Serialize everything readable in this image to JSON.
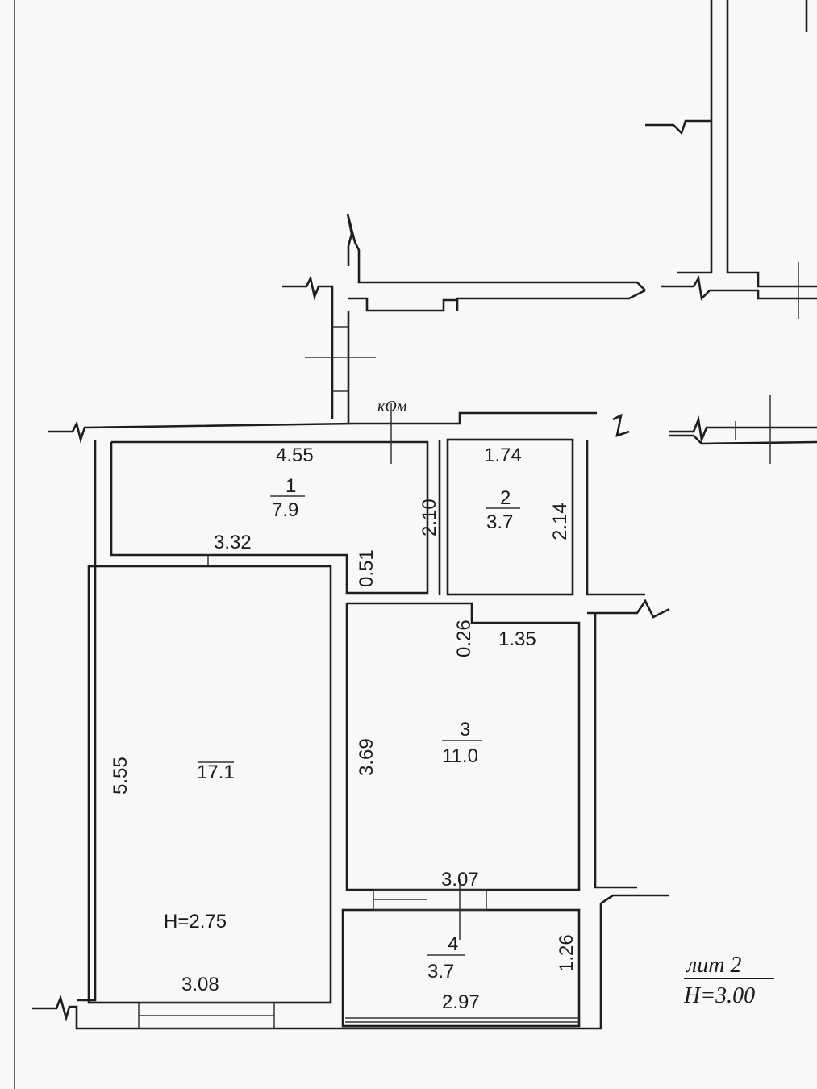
{
  "plan": {
    "corridor_label": "кОм",
    "rooms": [
      {
        "number": "1",
        "area": "7.9"
      },
      {
        "number": "2",
        "area": "3.7"
      },
      {
        "number": "3",
        "area": "11.0"
      },
      {
        "number": "4",
        "area": "3.7"
      },
      {
        "number": "",
        "area": "17.1"
      }
    ],
    "dimensions": {
      "d455": "4.55",
      "d174": "1.74",
      "d332": "3.32",
      "d210": "2.10",
      "d214": "2.14",
      "d051": "0.51",
      "d026": "0.26",
      "d135": "1.35",
      "d555": "5.55",
      "d369": "3.69",
      "d307": "3.07",
      "d126": "1.26",
      "d297": "2.97",
      "d308": "3.08"
    },
    "ceiling_height": "H=2.75",
    "legend": {
      "lit": "лит  2",
      "height": "H=3.00"
    }
  }
}
